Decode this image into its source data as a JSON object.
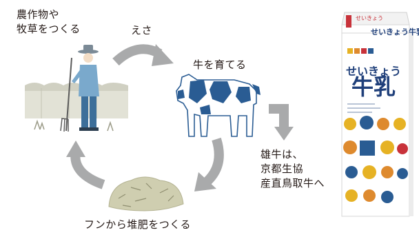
{
  "labels": {
    "farm_line1": "農作物や",
    "farm_line2": "牧草をつくる",
    "feed": "えさ",
    "raise_cattle": "牛を育てる",
    "ship_line1": "雄牛は、",
    "ship_line2": "京都生協",
    "ship_line3": "産直鳥取牛へ",
    "compost": "フンから堆肥をつくる"
  },
  "carton": {
    "small_top": "せいきょう",
    "brand_small": "せいきょう牛乳",
    "brand_line1": "せいきょう",
    "brand_line2": "牛乳"
  },
  "colors": {
    "arrow": "#a9aaab",
    "cow_spots": "#2a5c93",
    "cow_fill": "#ffffff",
    "farmer_shirt": "#7aa9cc",
    "farmer_pants": "#3d6f9a",
    "field": "#dcdcd0",
    "compost": "#c9c8a8",
    "carton_text": "#1f3f7a",
    "carton_red": "#c8323a",
    "carton_yellow": "#e6b224",
    "carton_orange": "#de8a2e"
  }
}
